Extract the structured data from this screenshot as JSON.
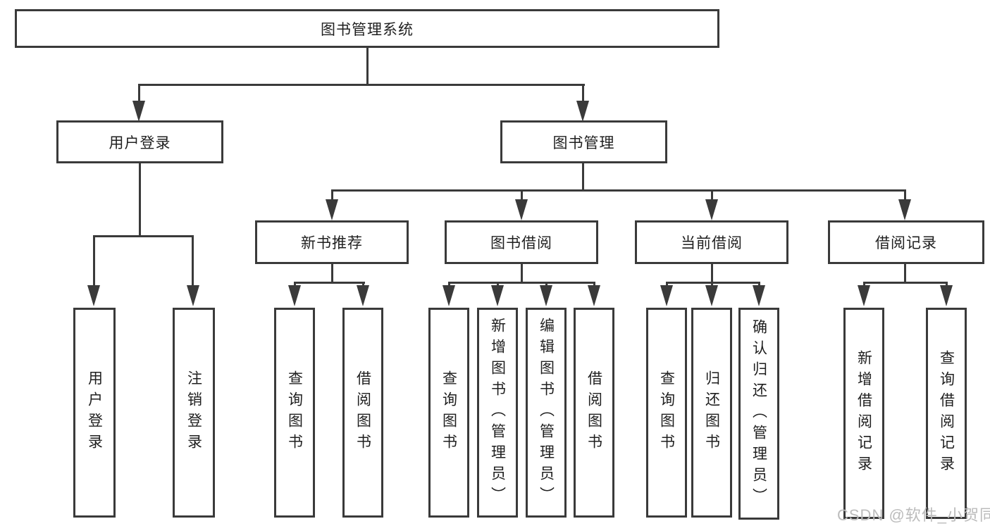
{
  "diagram": {
    "root": {
      "label": "图书管理系统"
    },
    "branches": [
      {
        "label": "用户登录",
        "children": [
          {
            "label": "用户登录"
          },
          {
            "label": "注销登录"
          }
        ]
      },
      {
        "label": "图书管理",
        "children": [
          {
            "label": "新书推荐",
            "children": [
              {
                "label": "查询图书"
              },
              {
                "label": "借阅图书"
              }
            ]
          },
          {
            "label": "图书借阅",
            "children": [
              {
                "label": "查询图书"
              },
              {
                "label": "新增图书（管理员）"
              },
              {
                "label": "编辑图书（管理员）"
              },
              {
                "label": "借阅图书"
              }
            ]
          },
          {
            "label": "当前借阅",
            "children": [
              {
                "label": "查询图书"
              },
              {
                "label": "归还图书"
              },
              {
                "label": "确认归还（管理员）"
              }
            ]
          },
          {
            "label": "借阅记录",
            "children": [
              {
                "label": "新增借阅记录"
              },
              {
                "label": "查询借阅记录"
              }
            ]
          }
        ]
      }
    ]
  },
  "watermark": {
    "text": "CSDN @软件_小贺同学"
  },
  "colors": {
    "line": "#3a3a3a",
    "box_border": "#3a3a3a",
    "text": "#1f1f1f",
    "background": "#ffffff",
    "watermark": "#bcbcbc"
  }
}
